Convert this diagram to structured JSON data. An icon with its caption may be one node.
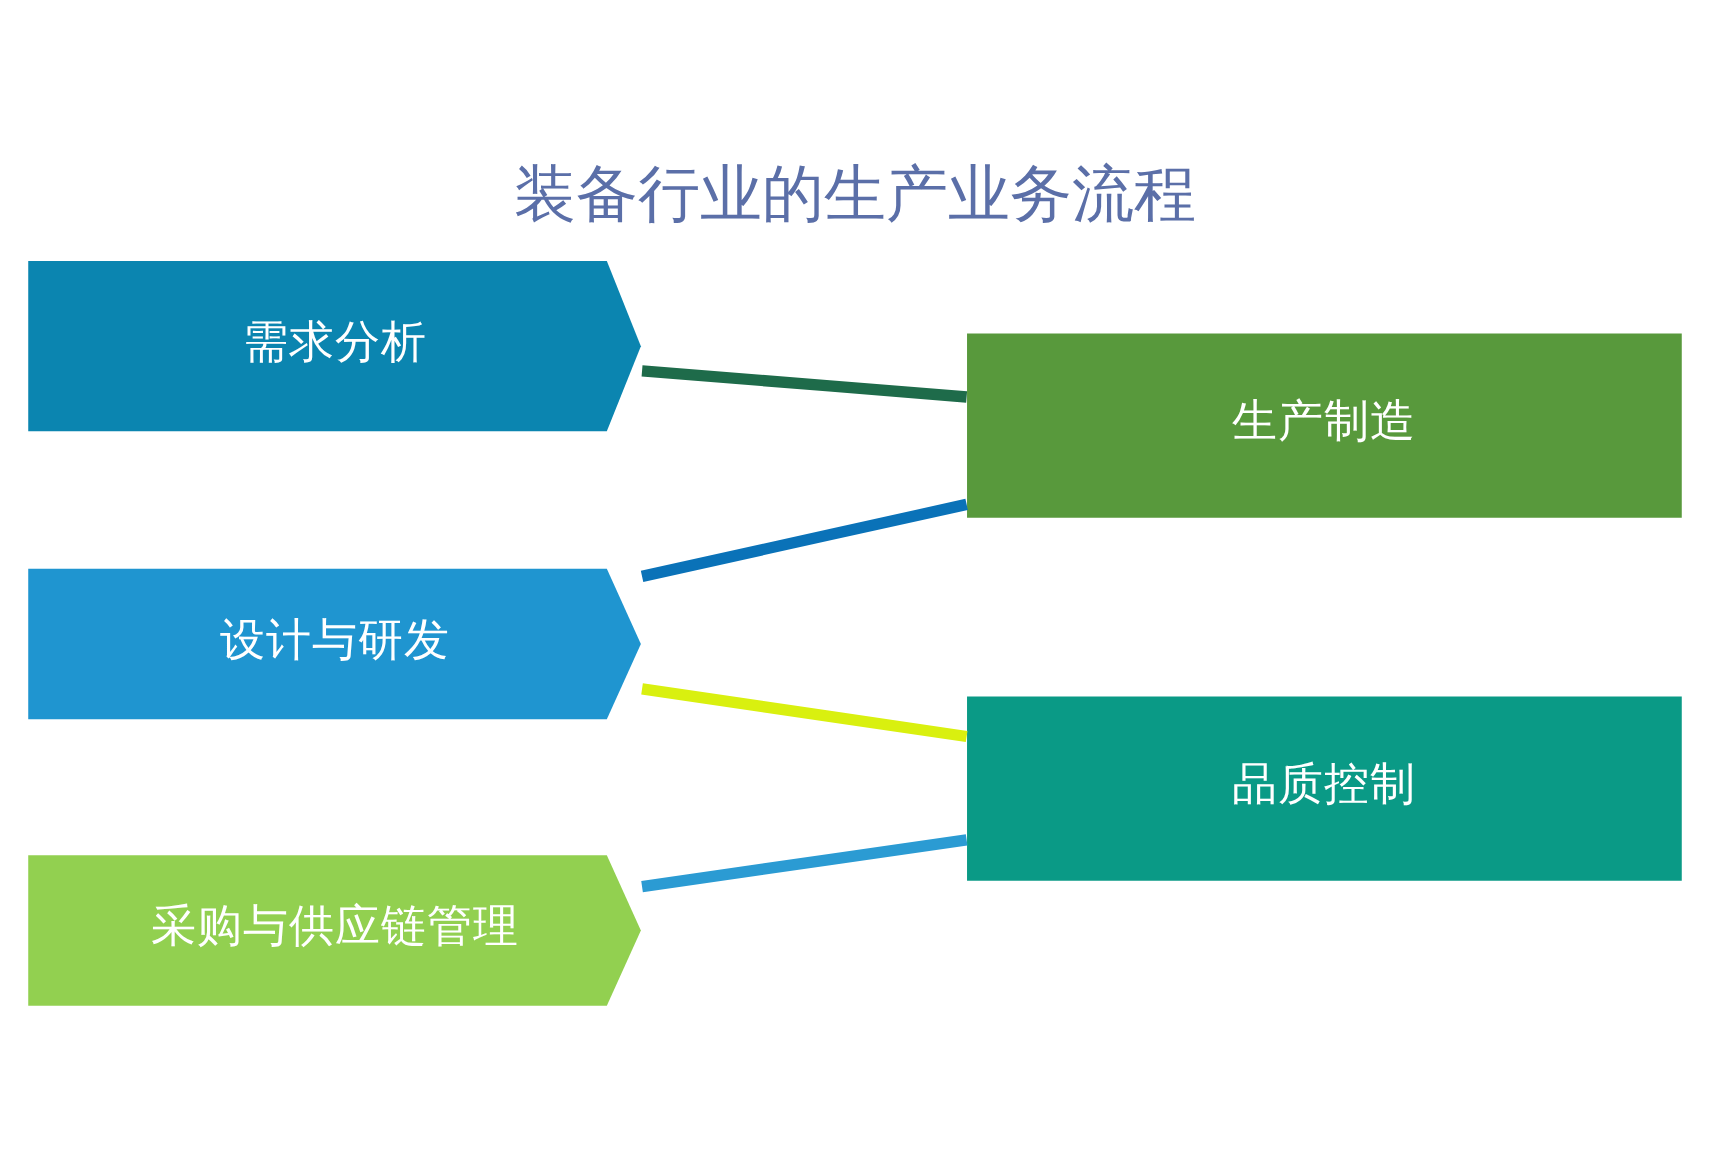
{
  "diagram": {
    "title": "装备行业的生产业务流程",
    "nodes": [
      {
        "text": [
          "需求分析"
        ]
      },
      {
        "text": [
          "设计与研发"
        ]
      },
      {
        "text": [
          "采购与供应链管理"
        ]
      },
      {
        "text": [
          "生产制造"
        ]
      },
      {
        "text": [
          "品质控制"
        ]
      }
    ],
    "edges": [
      {
        "from": 0,
        "to": 3,
        "arrow": "none",
        "color": "#1e6b4a"
      },
      {
        "from": 1,
        "to": 3,
        "arrow": "none",
        "color": "#0a72b8"
      },
      {
        "from": 1,
        "to": 4,
        "arrow": "none",
        "color": "#d9f00f"
      },
      {
        "from": 2,
        "to": 4,
        "arrow": "none",
        "color": "#2b9bd3"
      }
    ]
  }
}
